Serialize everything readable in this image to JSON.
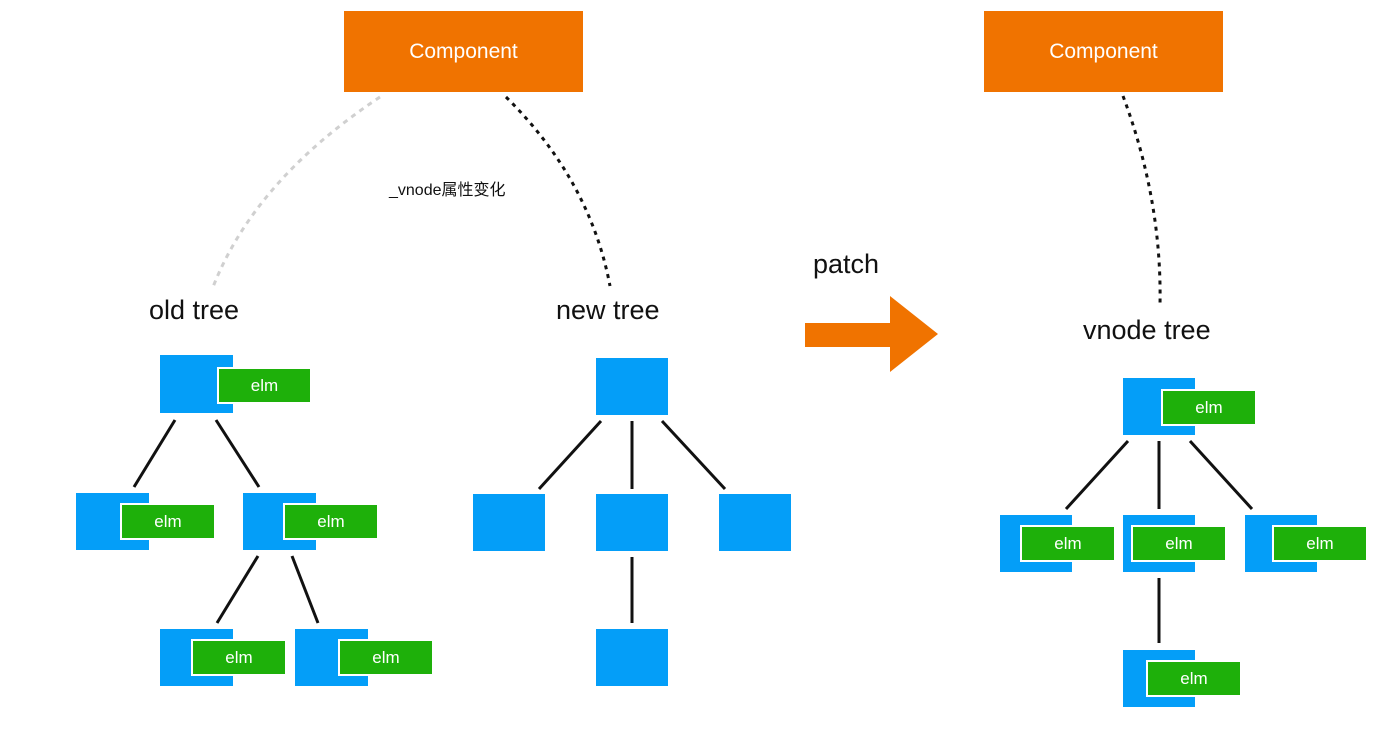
{
  "colors": {
    "component": "#f07300",
    "vnode": "#049ef8",
    "elm": "#1eb00a",
    "old_link": "#d0d0d0",
    "link": "#111111"
  },
  "left": {
    "component_label": "Component",
    "change_annotation": "_vnode属性变化",
    "old_tree_label": "old tree",
    "new_tree_label": "new tree",
    "old_tree": {
      "nodes": [
        {
          "id": "root",
          "elm": "elm"
        },
        {
          "id": "l1-left",
          "elm": "elm"
        },
        {
          "id": "l1-right",
          "elm": "elm"
        },
        {
          "id": "l2-left",
          "elm": "elm"
        },
        {
          "id": "l2-right",
          "elm": "elm"
        }
      ],
      "edges": [
        [
          "root",
          "l1-left"
        ],
        [
          "root",
          "l1-right"
        ],
        [
          "l1-right",
          "l2-left"
        ],
        [
          "l1-right",
          "l2-right"
        ]
      ]
    },
    "new_tree": {
      "nodes": [
        {
          "id": "root"
        },
        {
          "id": "c-left"
        },
        {
          "id": "c-mid"
        },
        {
          "id": "c-right"
        },
        {
          "id": "gc"
        }
      ],
      "edges": [
        [
          "root",
          "c-left"
        ],
        [
          "root",
          "c-mid"
        ],
        [
          "root",
          "c-right"
        ],
        [
          "c-mid",
          "gc"
        ]
      ]
    }
  },
  "arrow_label": "patch",
  "right": {
    "component_label": "Component",
    "vnode_tree_label": "vnode tree",
    "tree": {
      "nodes": [
        {
          "id": "root",
          "elm": "elm"
        },
        {
          "id": "c-left",
          "elm": "elm"
        },
        {
          "id": "c-mid",
          "elm": "elm"
        },
        {
          "id": "c-right",
          "elm": "elm"
        },
        {
          "id": "gc",
          "elm": "elm"
        }
      ],
      "edges": [
        [
          "root",
          "c-left"
        ],
        [
          "root",
          "c-mid"
        ],
        [
          "root",
          "c-right"
        ],
        [
          "c-mid",
          "gc"
        ]
      ]
    }
  }
}
